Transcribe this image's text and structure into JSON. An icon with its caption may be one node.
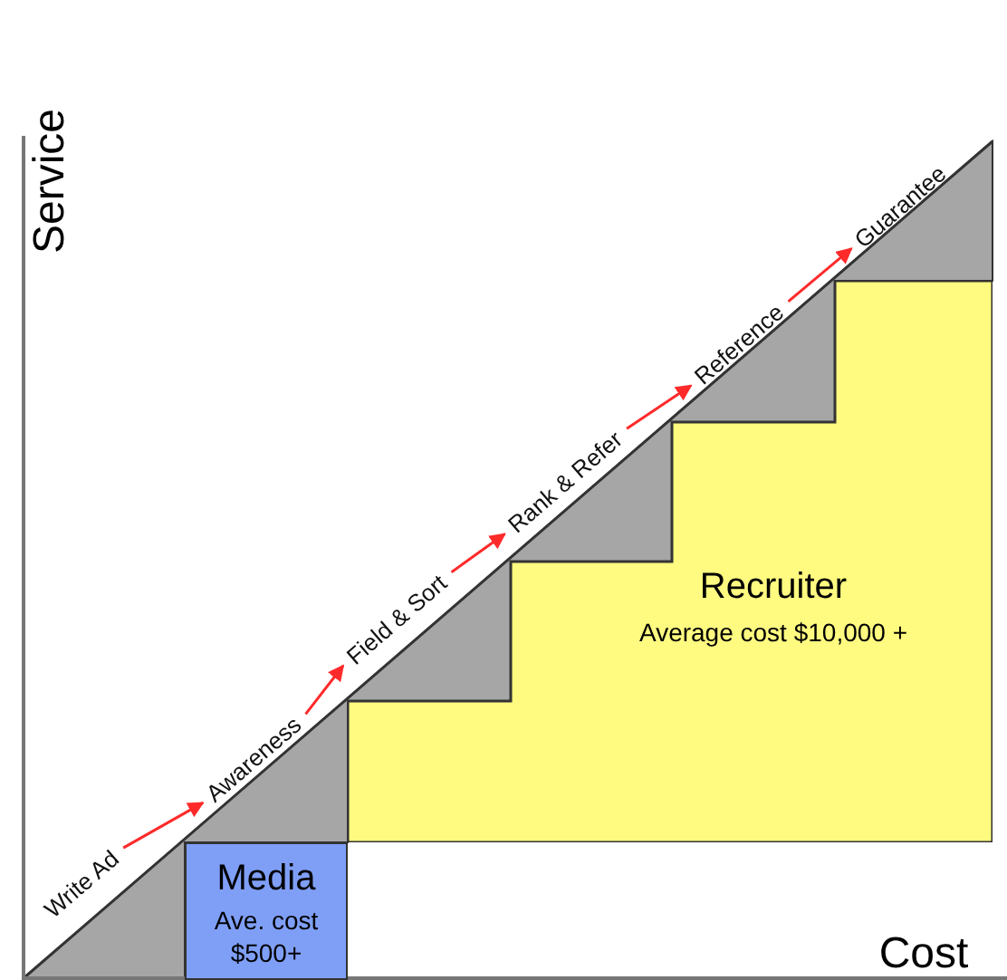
{
  "diagram": {
    "nodes": [
      {
        "text": [
          "Write Ad"
        ]
      },
      {
        "text": [
          "Awareness"
        ]
      },
      {
        "text": [
          "Field & Sort"
        ]
      },
      {
        "text": [
          "Rank & Refer"
        ]
      },
      {
        "text": [
          "Reference"
        ]
      },
      {
        "text": [
          "Guarantee"
        ]
      },
      {
        "text": [
          "Media",
          "Ave. cost $500+"
        ]
      },
      {
        "text": [
          "Recruiter",
          "Average cost $10,000 +"
        ]
      }
    ],
    "edges": [
      {
        "from": 0,
        "to": 1,
        "arrow": "to",
        "color": "#ff2a2a"
      },
      {
        "from": 1,
        "to": 2,
        "arrow": "to",
        "color": "#ff2a2a"
      },
      {
        "from": 2,
        "to": 3,
        "arrow": "to",
        "color": "#ff2a2a"
      },
      {
        "from": 3,
        "to": 4,
        "arrow": "to",
        "color": "#ff2a2a"
      },
      {
        "from": 4,
        "to": 5,
        "arrow": "to",
        "color": "#ff2a2a"
      }
    ],
    "labels": [
      "Service",
      "Cost"
    ]
  }
}
